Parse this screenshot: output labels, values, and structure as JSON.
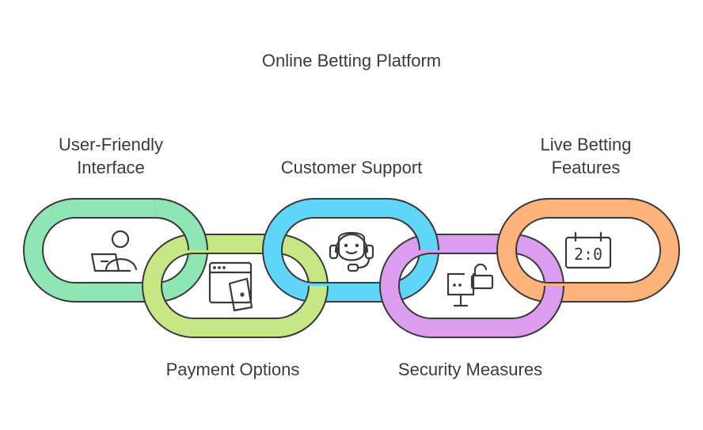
{
  "title": "Online Betting Platform",
  "links": [
    {
      "id": "user-friendly",
      "lines": [
        "User-Friendly",
        "Interface"
      ],
      "color": "#8ee6b4",
      "icon": "person-laptop-icon"
    },
    {
      "id": "payment",
      "lines": [
        "Payment Options"
      ],
      "color": "#c7e685",
      "icon": "browser-wallet-icon"
    },
    {
      "id": "support",
      "lines": [
        "Customer Support"
      ],
      "color": "#5fd6f7",
      "icon": "headset-agent-icon"
    },
    {
      "id": "security",
      "lines": [
        "Security Measures"
      ],
      "color": "#dc9cf0",
      "icon": "monitor-unlock-icon"
    },
    {
      "id": "live",
      "lines": [
        "Live Betting",
        "Features"
      ],
      "color": "#fdb27a",
      "icon": "scoreboard-icon"
    }
  ],
  "scoreboard_text": "2:0"
}
